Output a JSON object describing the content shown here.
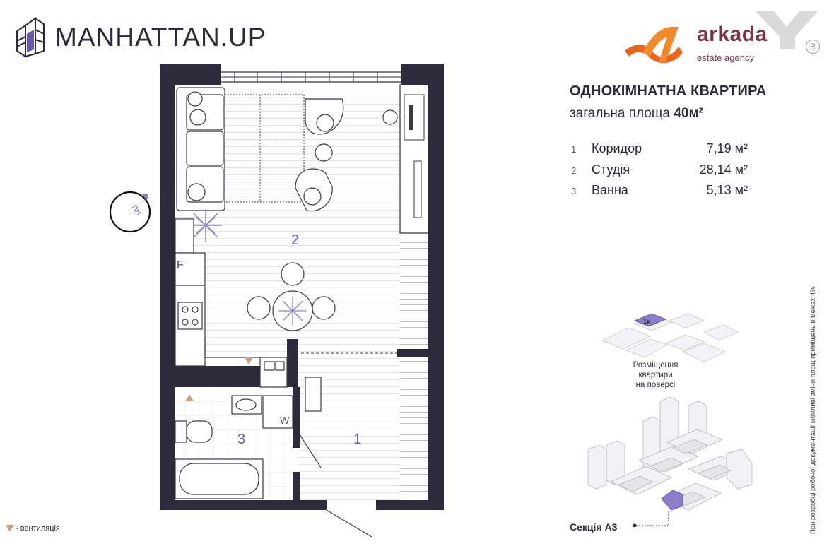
{
  "brand": {
    "name": "MANHATTAN.UP"
  },
  "agency": {
    "name": "arkada",
    "sub": "estate agency",
    "reg": "R"
  },
  "apartment": {
    "title": "ОДНОКІМНАТНА КВАРТИРА",
    "area_label": "загальна площа",
    "area_value": "40м²"
  },
  "rooms": [
    {
      "num": "1",
      "name": "Коридор",
      "area": "7,19 м²"
    },
    {
      "num": "2",
      "name": "Студія",
      "area": "28,14 м²"
    },
    {
      "num": "3",
      "name": "Ванна",
      "area": "5,13 м²"
    }
  ],
  "plan": {
    "label_1": "1",
    "label_2": "2",
    "label_3": "3",
    "fridge": "F",
    "washer": "W",
    "compass": "ПН"
  },
  "floor_placement": {
    "line1": "Розміщення",
    "line2": "квартири",
    "line3": "на поверсі",
    "badge": "1к"
  },
  "section": "Секція А3",
  "legend": "- вентиляція",
  "disclaimer": "При розробці робочої документації можливі зміни площ приміщень в межах 4%",
  "colors": {
    "wall": "#2c2a3b",
    "accent": "#6a5aa3",
    "vent": "#c9a27e",
    "agency_orange": "#e8651c",
    "agency_text": "#7a3347"
  }
}
